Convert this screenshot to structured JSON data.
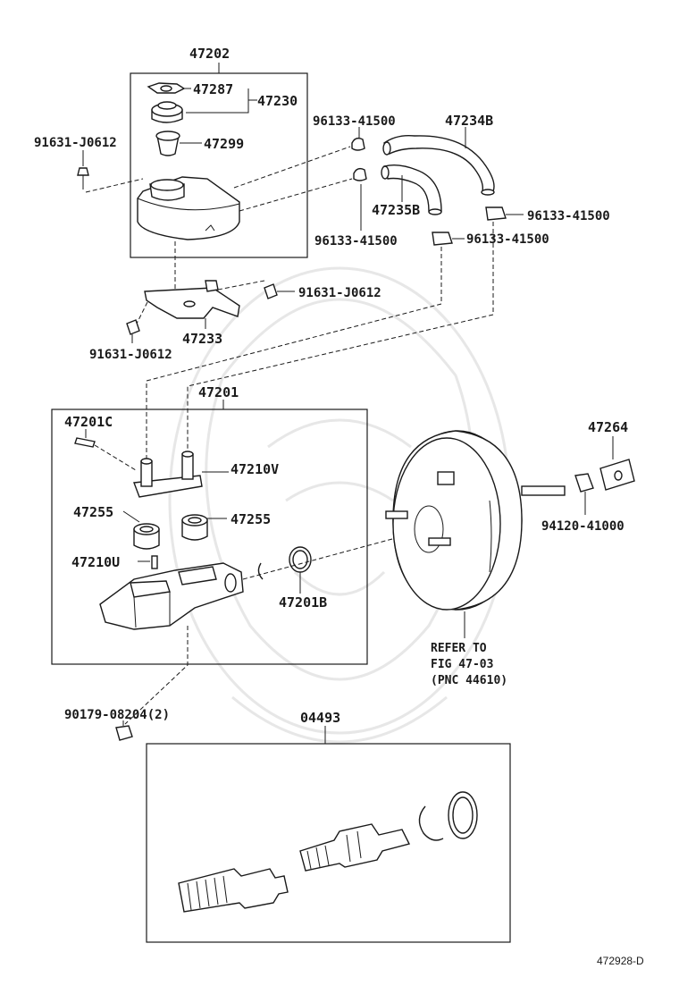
{
  "diagram": {
    "labels": {
      "p47202": "47202",
      "p47287": "47287",
      "p47230": "47230",
      "p47299": "47299",
      "p91631_a": "91631-J0612",
      "p91631_b": "91631-J0612",
      "p91631_c": "91631-J0612",
      "p96133_a": "96133-41500",
      "p96133_b": "96133-41500",
      "p96133_c": "96133-41500",
      "p96133_d": "96133-41500",
      "p47234B": "47234B",
      "p47235B": "47235B",
      "p47233": "47233",
      "p47201": "47201",
      "p47201C": "47201C",
      "p47210V": "47210V",
      "p47255_a": "47255",
      "p47255_b": "47255",
      "p47210U": "47210U",
      "p47201B": "47201B",
      "p47264": "47264",
      "p94120": "94120-41000",
      "ref1": "REFER TO",
      "ref2": "FIG 47-03",
      "ref3": "(PNC 44610)",
      "p90179": "90179-08204(2)",
      "p04493": "04493",
      "figcode": "472928-D"
    }
  }
}
